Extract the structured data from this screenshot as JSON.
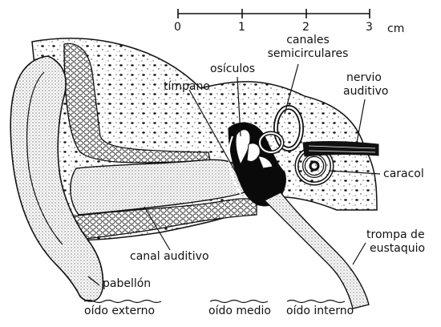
{
  "scale": {
    "ticks": [
      "0",
      "1",
      "2",
      "3"
    ],
    "unit": "cm"
  },
  "labels": {
    "canales_line1": "canales",
    "canales_line2": "semicirculares",
    "osiculos": "osículos",
    "timpano": "tímpano",
    "nervio_line1": "nervio",
    "nervio_line2": "auditivo",
    "caracol": "caracol",
    "trompa_line1": "trompa de",
    "trompa_line2": "eustaquio",
    "canal_auditivo": "canal auditivo",
    "pabellon": "pabellón"
  },
  "regions": {
    "externo": "oído externo",
    "medio": "oído medio",
    "interno": "oído interno"
  }
}
